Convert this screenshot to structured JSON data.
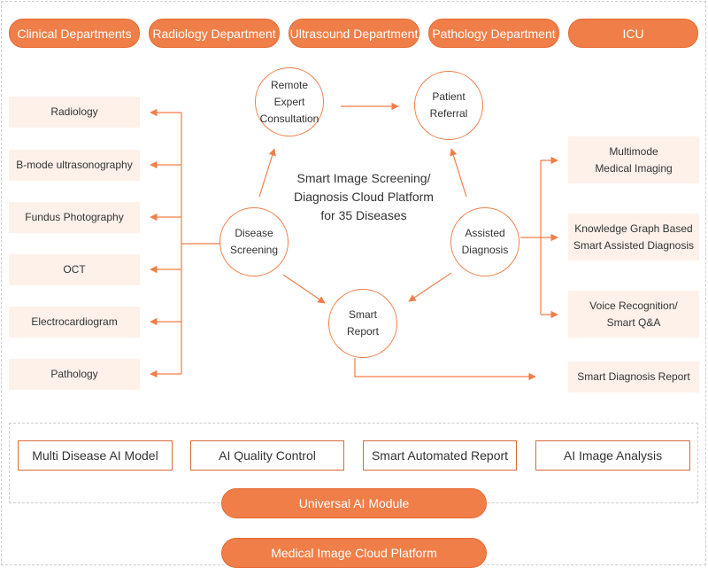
{
  "departments": [
    "Clinical Departments",
    "Radiology Department",
    "Ultrasound Department",
    "Pathology Department",
    "ICU"
  ],
  "left_items": [
    "Radiology",
    "B-mode ultrasonography",
    "Fundus Photography",
    "OCT",
    "Electrocardiogram",
    "Pathology"
  ],
  "right_items": [
    "Multimode\nMedical Imaging",
    "Knowledge Graph Based\nSmart Assisted Diagnosis",
    "Voice Recognition/\nSmart Q&A",
    "Smart Diagnosis Report"
  ],
  "cycle": {
    "remote_expert": "Remote\nExpert\nConsultation",
    "patient_referral": "Patient\nReferral",
    "disease_screening": "Disease\nScreening",
    "assisted_diagnosis": "Assisted\nDiagnosis",
    "smart_report": "Smart\nReport",
    "center_title": "Smart Image Screening/\nDiagnosis Cloud Platform\nfor 35 Diseases"
  },
  "modules": [
    "Multi Disease AI Model",
    "AI Quality Control",
    "Smart Automated Report",
    "AI Image Analysis"
  ],
  "universal_module": "Universal AI Module",
  "cloud_platform": "Medical Image Cloud Platform",
  "colors": {
    "accent": "#f07e48",
    "side_fill": "#fdf1ea",
    "module_border": "#d96a3a"
  }
}
